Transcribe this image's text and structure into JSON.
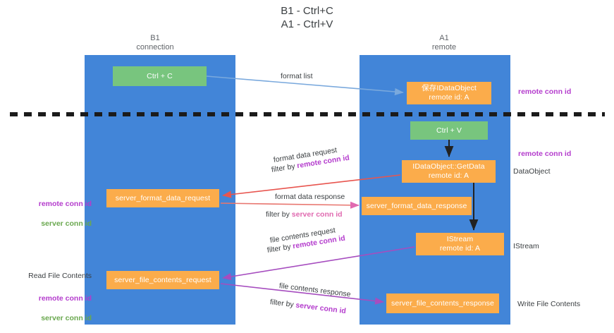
{
  "title": "B1 - Ctrl+C\nA1 - Ctrl+V",
  "columns": {
    "left": {
      "header": "B1\nconnection",
      "color": "#4285d8"
    },
    "right": {
      "header": "A1\nremote",
      "color": "#4285d8"
    }
  },
  "colors": {
    "lane": "#4285d8",
    "green_box": "#78c57e",
    "orange_box": "#fbac4b",
    "purple": "#b43ccd",
    "green_text": "#6aa84f",
    "pink": "#e06ab0",
    "arrow_blue": "#7aa9dd",
    "arrow_red": "#e8554f",
    "arrow_pink": "#e06ab0",
    "arrow_purple": "#a64dbf",
    "arrow_black": "#222222",
    "divider": "#1b1b1b"
  },
  "boxes": {
    "ctrl_c": "Ctrl + C",
    "save_idataobject": "保存IDataObject\nremote id: A",
    "ctrl_v": "Ctrl + V",
    "idataobject_getdata": "IDataObject::GetData\nremote id: A",
    "server_format_data_request": "server_format_data_request",
    "server_format_data_response": "server_format_data_response",
    "istream": "IStream\nremote id: A",
    "server_file_contents_request": "server_file_contents_request",
    "server_file_contents_response": "server_file_contents_response"
  },
  "connector_labels": {
    "format_list": "format list",
    "format_data_request": "format data request",
    "format_data_request_filter_prefix": "filter by ",
    "format_data_request_filter_key": "remote conn id",
    "format_data_response": "format data response",
    "format_data_response_filter_prefix": "filter by ",
    "format_data_response_filter_key": "server conn id",
    "file_contents_request": "file contents request",
    "file_contents_request_filter_prefix": "filter by ",
    "file_contents_request_filter_key": "remote conn id",
    "file_contents_response": "file contents response",
    "file_contents_response_filter_prefix": "filter by ",
    "file_contents_response_filter_key": "server conn id"
  },
  "side_labels": {
    "right_remote_conn_id_top": "remote conn id",
    "right_remote_conn_id_mid": "remote conn id",
    "dataobject": "DataObject",
    "istream": "IStream",
    "write_file_contents": "Write File Contents",
    "left_conn_ids_top": "remote conn id\nserver conn id",
    "left_read_file_contents": "Read File Contents",
    "left_conn_ids_bottom": "remote conn id\nserver conn id"
  }
}
